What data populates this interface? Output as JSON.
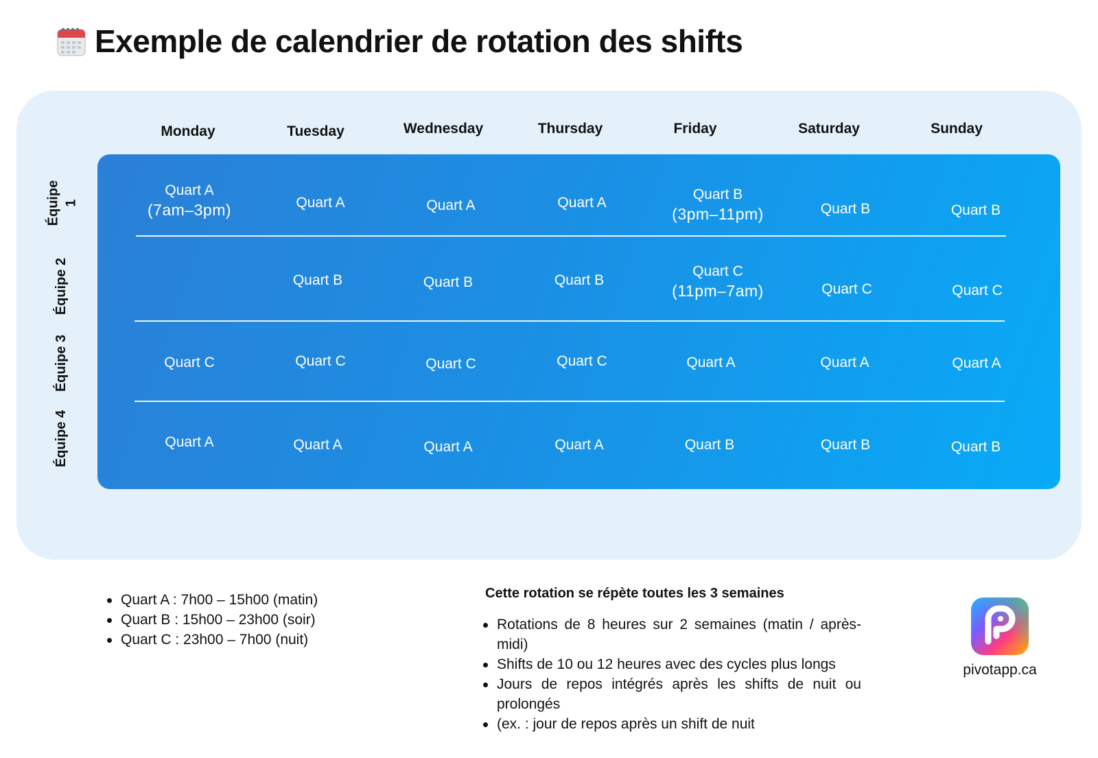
{
  "header": {
    "title": "Exemple de calendrier de rotation des shifts",
    "icon": "calendar-icon"
  },
  "days": [
    "Monday",
    "Tuesday",
    "Wednesday",
    "Thursday",
    "Friday",
    "Saturday",
    "Sunday"
  ],
  "teams": [
    {
      "label": "Équipe 1",
      "cells": [
        {
          "main": "Quart A",
          "sub": "(7am–3pm)"
        },
        {
          "main": "Quart A",
          "sub": ""
        },
        {
          "main": "Quart A",
          "sub": ""
        },
        {
          "main": "Quart A",
          "sub": ""
        },
        {
          "main": "Quart B",
          "sub": "(3pm–11pm)"
        },
        {
          "main": "Quart B",
          "sub": ""
        },
        {
          "main": "Quart B",
          "sub": ""
        }
      ]
    },
    {
      "label": "Équipe 2",
      "cells": [
        {
          "main": "",
          "sub": ""
        },
        {
          "main": "Quart B",
          "sub": ""
        },
        {
          "main": "Quart B",
          "sub": ""
        },
        {
          "main": "Quart B",
          "sub": ""
        },
        {
          "main": "Quart C",
          "sub": "(11pm–7am)"
        },
        {
          "main": "Quart C",
          "sub": ""
        },
        {
          "main": "Quart C",
          "sub": ""
        }
      ]
    },
    {
      "label": "Équipe 3",
      "cells": [
        {
          "main": "Quart C",
          "sub": ""
        },
        {
          "main": "Quart C",
          "sub": ""
        },
        {
          "main": "Quart C",
          "sub": ""
        },
        {
          "main": "Quart C",
          "sub": ""
        },
        {
          "main": "Quart A",
          "sub": ""
        },
        {
          "main": "Quart A",
          "sub": ""
        },
        {
          "main": "Quart A",
          "sub": ""
        }
      ]
    },
    {
      "label": "Équipe 4",
      "cells": [
        {
          "main": "Quart A",
          "sub": ""
        },
        {
          "main": "Quart A",
          "sub": ""
        },
        {
          "main": "Quart A",
          "sub": ""
        },
        {
          "main": "Quart A",
          "sub": ""
        },
        {
          "main": "Quart B",
          "sub": ""
        },
        {
          "main": "Quart B",
          "sub": ""
        },
        {
          "main": "Quart B",
          "sub": ""
        }
      ]
    }
  ],
  "legend": [
    "Quart A : 7h00 – 15h00 (matin)",
    "Quart B : 15h00 – 23h00 (soir)",
    "Quart C : 23h00 – 7h00 (nuit)"
  ],
  "rotation": {
    "title": "Cette rotation se répète toutes les 3 semaines",
    "items": [
      "Rotations de 8 heures sur 2 semaines (matin / après-midi)",
      "Shifts de 10 ou 12 heures avec des cycles plus longs",
      "Jours de repos intégrés après les shifts de nuit ou prolongés",
      "(ex. : jour de repos après un shift de nuit"
    ]
  },
  "brand": {
    "url": "pivotapp.ca",
    "logo": "pivot-logo-icon"
  },
  "colors": {
    "panel_bg": "#e4f1fb",
    "grid_start": "#2b7fd6",
    "grid_end": "#08aaf7",
    "text": "#111111"
  }
}
